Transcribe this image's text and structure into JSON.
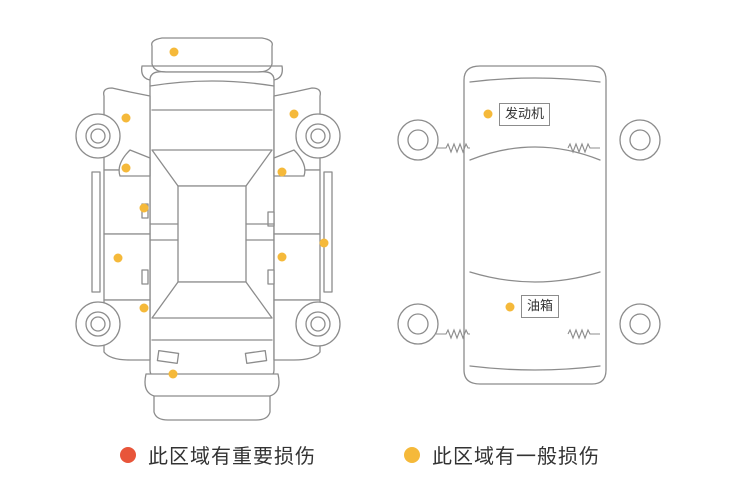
{
  "colors": {
    "outline": "#8c8c8c",
    "severe": "#e8553a",
    "general": "#f5b93a"
  },
  "labels": {
    "engine": "发动机",
    "fuel_tank": "油箱"
  },
  "legend": {
    "severe": {
      "label": "此区域有重要损伤",
      "color": "#e8553a"
    },
    "general": {
      "label": "此区域有一般损伤",
      "color": "#f5b93a"
    }
  },
  "damage_markers": {
    "count": 13,
    "severity": "general"
  }
}
